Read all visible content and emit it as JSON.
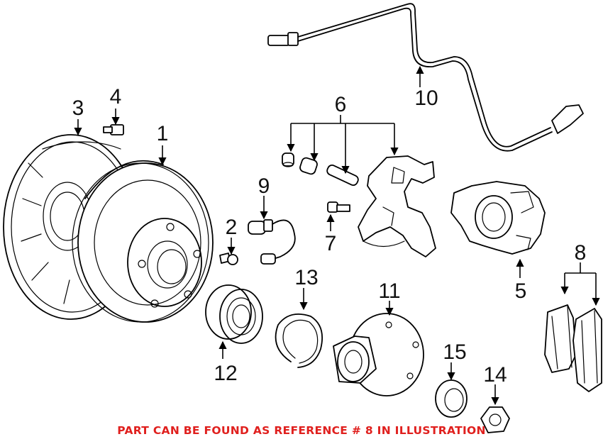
{
  "diagram": {
    "callouts": [
      {
        "id": "part-1",
        "label": "1"
      },
      {
        "id": "part-2",
        "label": "2"
      },
      {
        "id": "part-3",
        "label": "3"
      },
      {
        "id": "part-4",
        "label": "4"
      },
      {
        "id": "part-5",
        "label": "5"
      },
      {
        "id": "part-6",
        "label": "6"
      },
      {
        "id": "part-7",
        "label": "7"
      },
      {
        "id": "part-8",
        "label": "8"
      },
      {
        "id": "part-9",
        "label": "9"
      },
      {
        "id": "part-10",
        "label": "10"
      },
      {
        "id": "part-11",
        "label": "11"
      },
      {
        "id": "part-12",
        "label": "12"
      },
      {
        "id": "part-13",
        "label": "13"
      },
      {
        "id": "part-14",
        "label": "14"
      },
      {
        "id": "part-15",
        "label": "15"
      }
    ],
    "caption": "PART CAN BE FOUND AS REFERENCE # 8 IN ILLUSTRATION",
    "colors": {
      "line": "#000000",
      "caption": "#e0201e",
      "background": "#ffffff"
    }
  }
}
